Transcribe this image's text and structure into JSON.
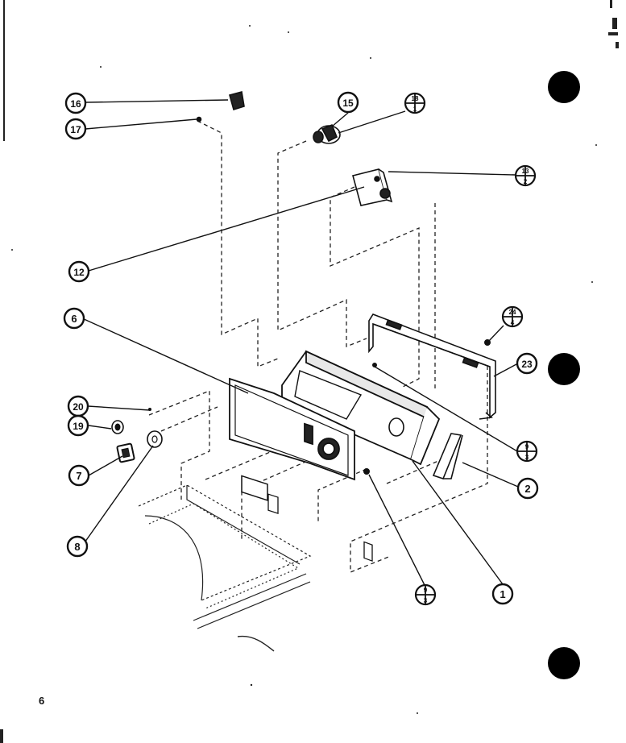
{
  "page_number": "6",
  "callouts": {
    "c1": "1",
    "c2": "2",
    "c6": "6",
    "c7": "7",
    "c8": "8",
    "c12": "12",
    "c15": "15",
    "c16": "16",
    "c17": "17",
    "c19": "19",
    "c20": "20",
    "c23": "23"
  },
  "fraction_callouts": {
    "f18_1": {
      "top": "18",
      "bottom": "1"
    },
    "f13_2": {
      "top": "13",
      "bottom": "2"
    },
    "f24_4": {
      "top": "24",
      "bottom": "4"
    },
    "f9_3a": {
      "top": "9",
      "bottom": "3"
    },
    "f9_3b": {
      "top": "9",
      "bottom": "3"
    }
  },
  "colors": {
    "ink": "#111111",
    "dot": "#000000",
    "paper": "#ffffff"
  }
}
